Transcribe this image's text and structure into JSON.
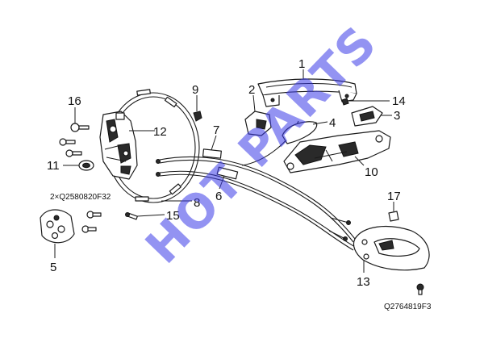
{
  "watermark": "HOT PARTS",
  "callouts": {
    "n1": "1",
    "n2": "2",
    "n3": "3",
    "n4": "4",
    "n5": "5",
    "n6": "6",
    "n7": "7",
    "n8": "8",
    "n9": "9",
    "n10": "10",
    "n11": "11",
    "n12": "12",
    "n13": "13",
    "n14": "14",
    "n15": "15",
    "n16": "16",
    "n17": "17"
  },
  "codes": {
    "screw_note": "2×Q2580820F32",
    "drawing_id": "Q2764819F3"
  },
  "colors": {
    "line": "#1a1a1a",
    "watermark": "#3a3ae8"
  }
}
